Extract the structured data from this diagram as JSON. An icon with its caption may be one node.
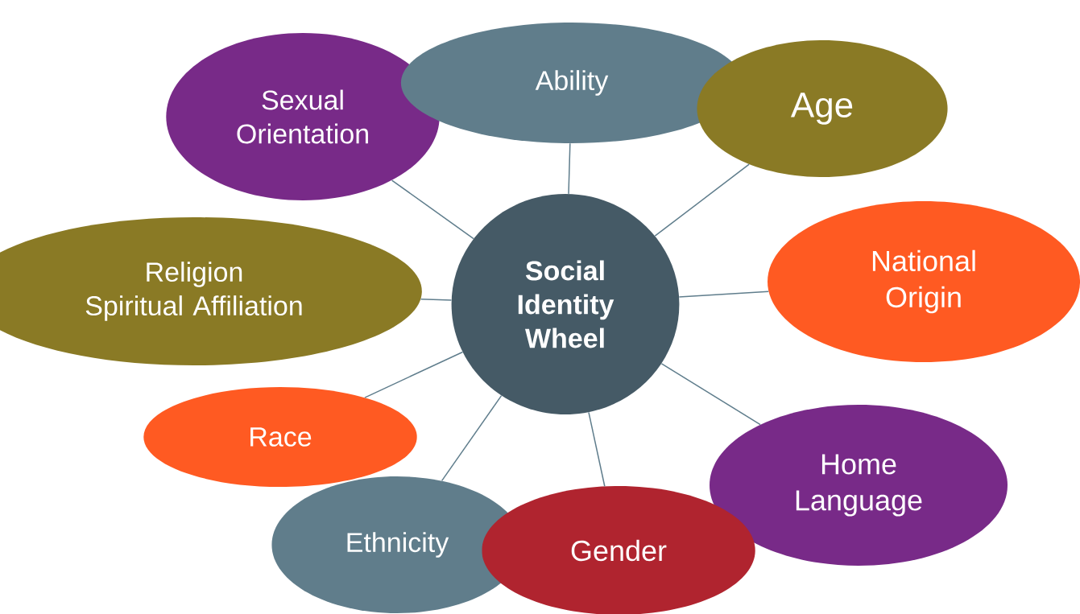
{
  "diagram": {
    "nodes": [
      {
        "text": [
          "Social Identity Wheel"
        ]
      },
      {
        "text": [
          "Sexual Orientation"
        ]
      },
      {
        "text": [
          "Ability"
        ]
      },
      {
        "text": [
          "Age"
        ]
      },
      {
        "text": [
          "Religion",
          "Spiritual Affiliation"
        ]
      },
      {
        "text": [
          "National Origin"
        ]
      },
      {
        "text": [
          "Race"
        ]
      },
      {
        "text": [
          "Home Language"
        ]
      },
      {
        "text": [
          "Ethnicity"
        ]
      },
      {
        "text": [
          "Gender"
        ]
      }
    ],
    "edges": [
      {
        "from": 0,
        "to": 1,
        "arrow": "none"
      },
      {
        "from": 0,
        "to": 2,
        "arrow": "none"
      },
      {
        "from": 0,
        "to": 3,
        "arrow": "none"
      },
      {
        "from": 0,
        "to": 4,
        "arrow": "none"
      },
      {
        "from": 0,
        "to": 5,
        "arrow": "none"
      },
      {
        "from": 0,
        "to": 6,
        "arrow": "none"
      },
      {
        "from": 0,
        "to": 7,
        "arrow": "none"
      },
      {
        "from": 0,
        "to": 8,
        "arrow": "none"
      },
      {
        "from": 0,
        "to": 9,
        "arrow": "none"
      }
    ]
  }
}
